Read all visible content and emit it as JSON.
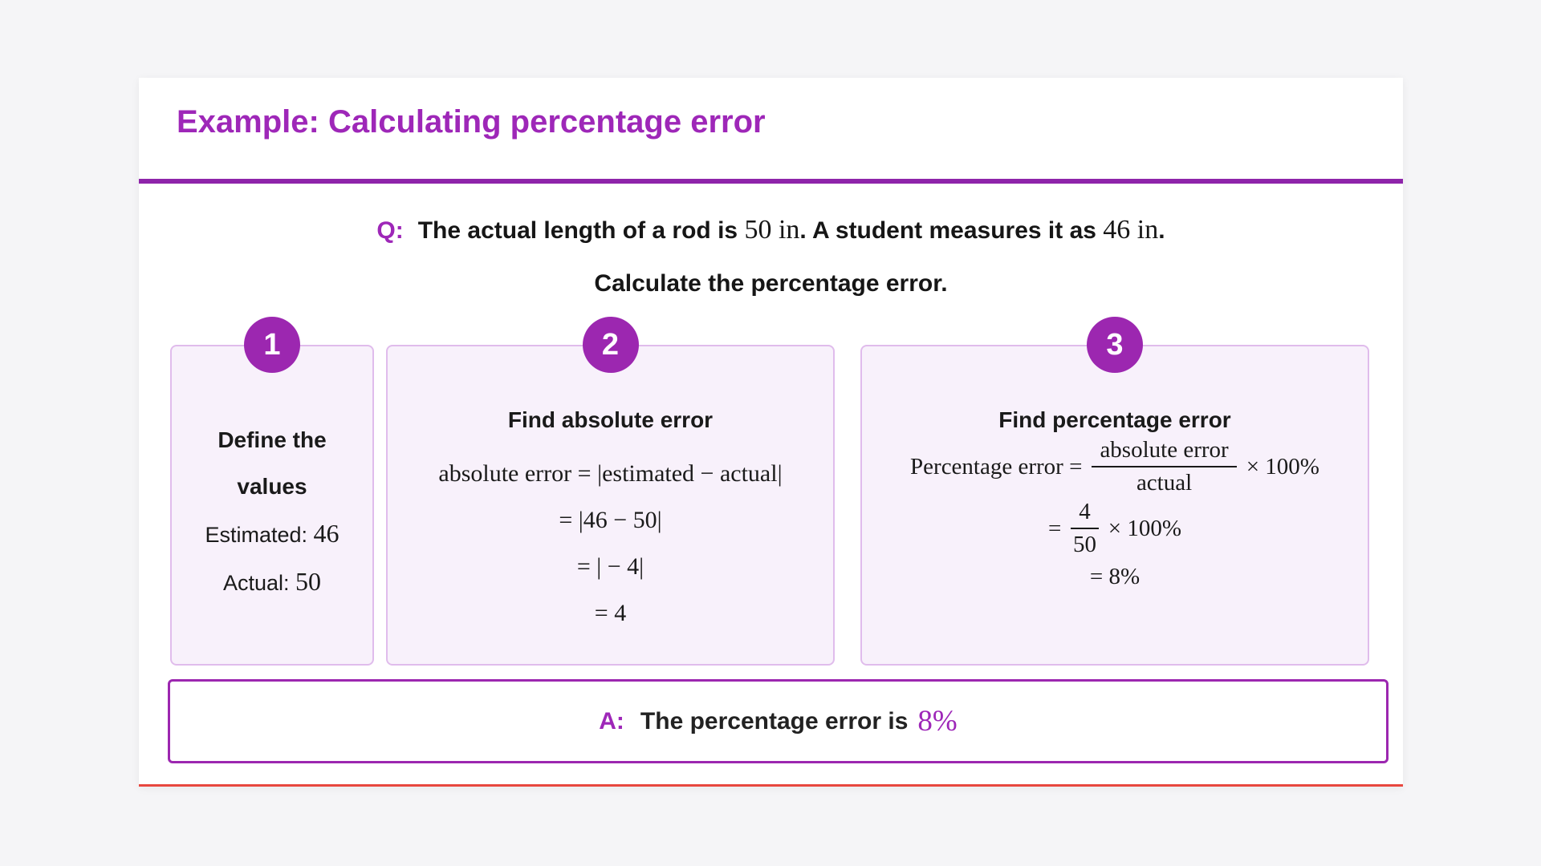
{
  "header": {
    "title": "Example: Calculating percentage error"
  },
  "question": {
    "label": "Q:",
    "line1": {
      "t1": "The actual length of a rod is ",
      "m1": "50 in",
      "t2": ". A student measures it as ",
      "m2": "46 in",
      "t3": "."
    },
    "line2": "Calculate the percentage error."
  },
  "steps": [
    {
      "number": "1",
      "title_line1": "Define the",
      "title_line2": "values",
      "estimated_label": "Estimated: ",
      "estimated_value": "46",
      "actual_label": "Actual: ",
      "actual_value": "50"
    },
    {
      "number": "2",
      "title": "Find absolute error",
      "math_lines": [
        "absolute error = |estimated − actual|",
        "= |46 − 50|",
        "= | − 4|",
        "= 4"
      ]
    },
    {
      "number": "3",
      "title": "Find percentage error",
      "line1": {
        "lhs": "Percentage error =",
        "num": "absolute error",
        "den": "actual",
        "rhs": "× 100%"
      },
      "line2": {
        "lhs": "=",
        "num": "4",
        "den": "50",
        "rhs": "× 100%"
      },
      "line3": "= 8%"
    }
  ],
  "answer": {
    "label": "A:",
    "text": "The percentage error is",
    "value": "8%"
  },
  "colors": {
    "accent_purple": "#9e27b8",
    "rule_purple": "#8e24aa",
    "badge_purple": "#9c27b0",
    "step_card_background": "#f8f1fb",
    "step_card_border": "#e0bcec",
    "bottom_line_red": "#e8473f",
    "page_background": "#f5f5f7"
  }
}
